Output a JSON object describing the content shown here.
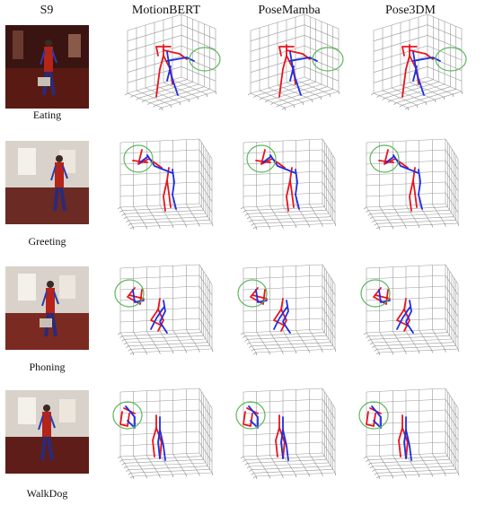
{
  "header": {
    "subject": "S9",
    "methods": [
      "MotionBERT",
      "PoseMamba",
      "Pose3DM"
    ]
  },
  "rows": [
    {
      "action": "Eating",
      "scene": "eating"
    },
    {
      "action": "Greeting",
      "scene": "greeting"
    },
    {
      "action": "Phoning",
      "scene": "phoning"
    },
    {
      "action": "WalkDog",
      "scene": "walkdog"
    }
  ],
  "colors": {
    "prediction": "#e8141e",
    "ground_truth": "#1e2ee0",
    "highlight_circle": "#5cb85c",
    "grid": "#9a9a9a",
    "background": "#ffffff"
  },
  "legend_note": ""
}
